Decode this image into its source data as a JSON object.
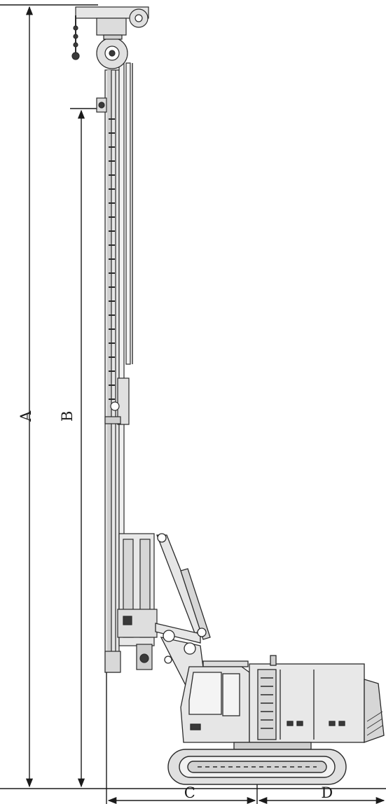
{
  "diagram": {
    "dimensions": [
      {
        "key": "A",
        "label": "A"
      },
      {
        "key": "B",
        "label": "B"
      },
      {
        "key": "C",
        "label": "C"
      },
      {
        "key": "D",
        "label": "D"
      }
    ]
  },
  "colors": {
    "line": "#2a2a2a",
    "fill_light": "#e6e6e6",
    "fill_mid": "#cfcfcf",
    "fill_dark": "#3a3a3a"
  }
}
